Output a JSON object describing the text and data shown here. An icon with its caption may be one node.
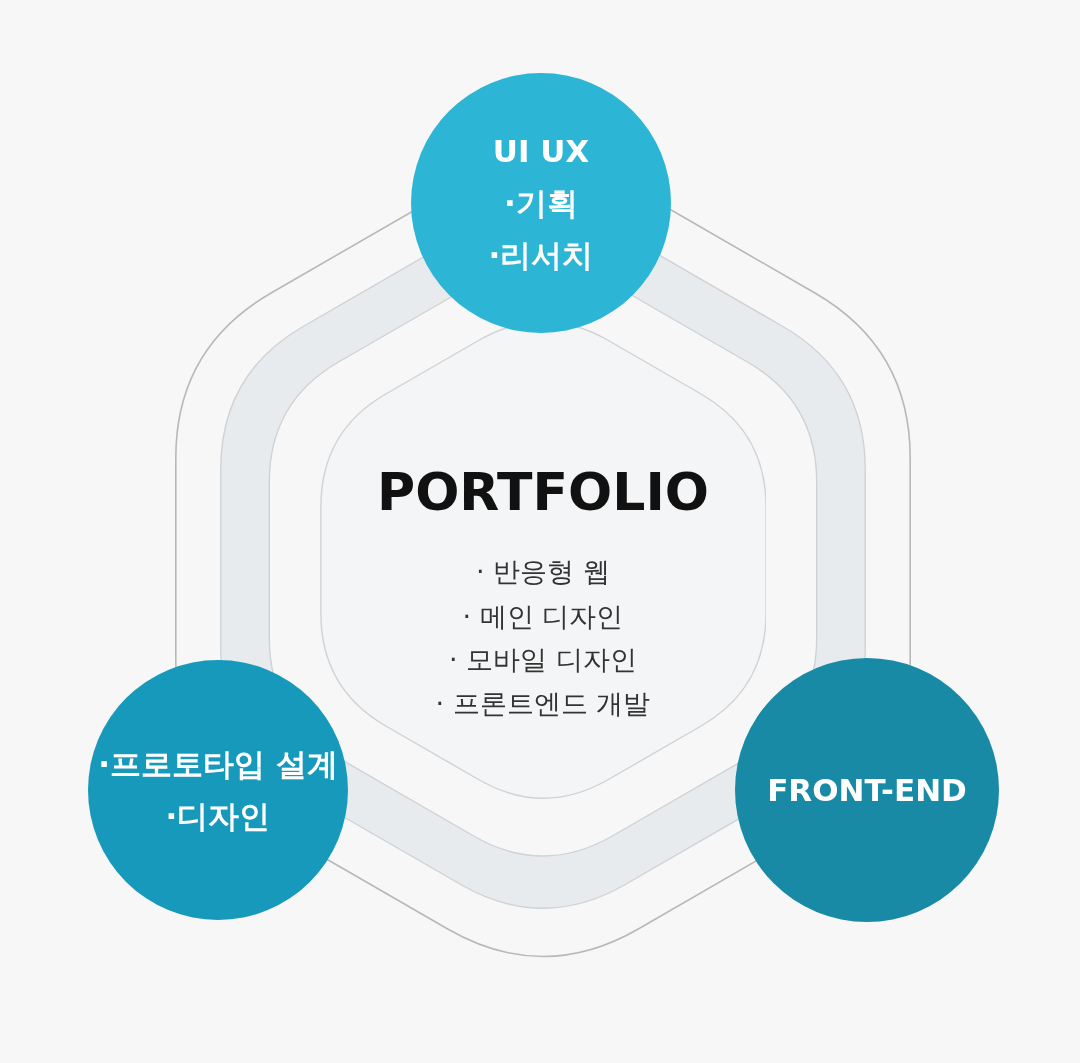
{
  "diagram": {
    "nodes": [
      {
        "text": [
          "PORTFOLIO",
          "· 반응형 웹",
          "· 메인 디자인",
          "· 모바일 디자인",
          "· 프론트엔드 개발"
        ]
      },
      {
        "text": [
          "UI UX",
          "·기획",
          "·리서치"
        ]
      },
      {
        "text": [
          "·프로토타입 설계",
          "·디자인"
        ]
      },
      {
        "text": [
          "FRONT-END"
        ]
      }
    ]
  }
}
